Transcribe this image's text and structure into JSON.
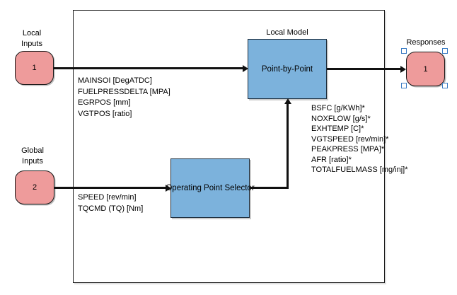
{
  "diagram": {
    "type": "model-browser-block-diagram",
    "local_inputs": {
      "label_line1": "Local",
      "label_line2": "Inputs",
      "port_number": "1"
    },
    "global_inputs": {
      "label_line1": "Global",
      "label_line2": "Inputs",
      "port_number": "2"
    },
    "local_model": {
      "title": "Local Model",
      "block_label": "Point-by-Point"
    },
    "operating_point_selector": {
      "block_label": "Operating Point Selector"
    },
    "responses": {
      "label": "Responses",
      "port_number": "1",
      "selected": true
    }
  },
  "signals": {
    "local_inputs": [
      "MAINSOI [DegATDC]",
      "FUELPRESSDELTA [MPA]",
      "EGRPOS [mm]",
      "VGTPOS [ratio]"
    ],
    "global_inputs": [
      "SPEED [rev/min]",
      "TQCMD (TQ) [Nm]"
    ],
    "responses": [
      "BSFC [g/KWh]*",
      "NOXFLOW [g/s]*",
      "EXHTEMP [C]*",
      "VGTSPEED [rev/min]*",
      "PEAKPRESS [MPA]*",
      "AFR [ratio]*",
      "TOTALFUELMASS [mg/inj]*"
    ]
  },
  "colors": {
    "port_fill": "#EE9B9B",
    "block_fill": "#7CB2DC",
    "line_color": "#111111",
    "handle_color": "#3B7CC4",
    "border_color": "#1a1a1a"
  }
}
